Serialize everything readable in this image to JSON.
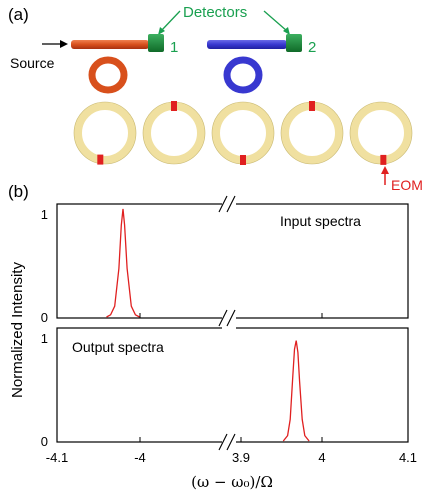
{
  "panel_a": {
    "label": "(a)",
    "source_label": "Source",
    "detectors_label": "Detectors",
    "detector1_label": "1",
    "detector2_label": "2",
    "eom_label": "EOM",
    "colors": {
      "waveguide1": "#e0501e",
      "waveguide2": "#3a3ad0",
      "detector": "#1e8a3a",
      "ring_orange": "#e0501e",
      "ring_blue": "#3a3ad0",
      "ring_yellow": "#f0e0a0",
      "eom": "#e02020",
      "detector_text": "#1aa050",
      "eom_text": "#e02020"
    },
    "ring_count": 5
  },
  "panel_b": {
    "label": "(b)",
    "ylabel": "Normalized Intensity",
    "xlabel": "(ω − ω₀)/Ω",
    "x_ticks": [
      "-4.1",
      "-4",
      "3.9",
      "4",
      "4.1"
    ],
    "top_y_ticks": [
      "1",
      "0"
    ],
    "bottom_y_ticks": [
      "1",
      "0"
    ]
  },
  "chart_data": [
    {
      "type": "line",
      "title": "Input spectra",
      "xlabel": "(ω − ω₀)/Ω",
      "ylabel": "Normalized Intensity",
      "x_break": true,
      "xlim_left": [
        -4.1,
        -3.9
      ],
      "xlim_right": [
        3.9,
        4.1
      ],
      "ylim": [
        0,
        1
      ],
      "series": [
        {
          "x": [
            -4.04,
            -4.035,
            -4.03,
            -4.025,
            -4.022,
            -4.02,
            -4.018,
            -4.015,
            -4.01,
            -4.005,
            -4.0
          ],
          "y": [
            0,
            0.02,
            0.1,
            0.45,
            0.85,
            1.0,
            0.85,
            0.45,
            0.1,
            0.02,
            0
          ]
        }
      ]
    },
    {
      "type": "line",
      "title": "Output spectra",
      "xlabel": "(ω − ω₀)/Ω",
      "ylabel": "Normalized Intensity",
      "x_break": true,
      "xlim_left": [
        -4.1,
        -3.9
      ],
      "xlim_right": [
        3.9,
        4.1
      ],
      "ylim": [
        0,
        1
      ],
      "series": [
        {
          "x": [
            3.955,
            3.96,
            3.963,
            3.966,
            3.968,
            3.97,
            3.972,
            3.974,
            3.977,
            3.98,
            3.985
          ],
          "y": [
            0,
            0.05,
            0.2,
            0.6,
            0.85,
            0.93,
            0.82,
            0.55,
            0.2,
            0.05,
            0
          ]
        }
      ]
    }
  ]
}
